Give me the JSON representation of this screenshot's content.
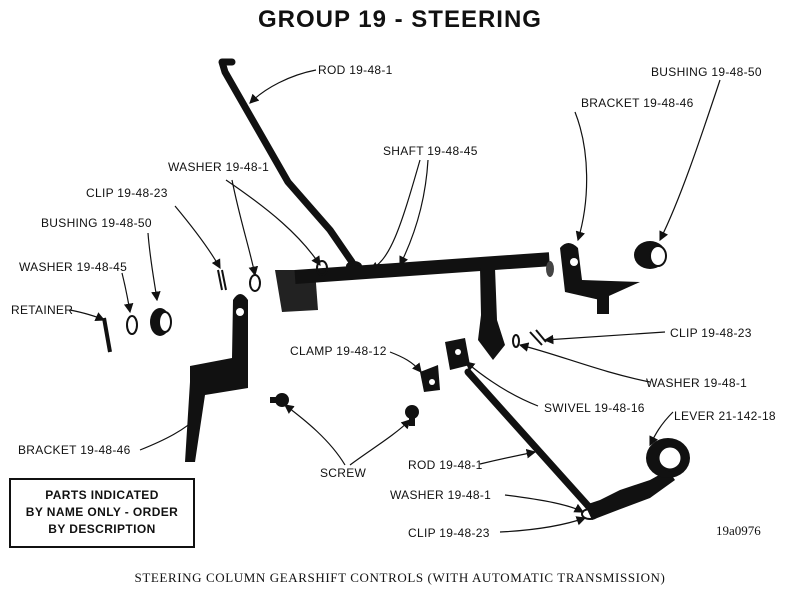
{
  "title": "GROUP 19 - STEERING",
  "caption": "STEERING COLUMN GEARSHIFT CONTROLS (WITH AUTOMATIC TRANSMISSION)",
  "figure_code": "19a0976",
  "note": {
    "line1": "PARTS INDICATED",
    "line2": "BY NAME ONLY - ORDER",
    "line3": "BY DESCRIPTION"
  },
  "labels": {
    "rod_top": "ROD 19-48-1",
    "bushing_right": "BUSHING 19-48-50",
    "bracket_right": "BRACKET 19-48-46",
    "shaft": "SHAFT 19-48-45",
    "washer_top": "WASHER 19-48-1",
    "clip_left": "CLIP 19-48-23",
    "bushing_left": "BUSHING 19-48-50",
    "washer_left": "WASHER 19-48-45",
    "retainer": "RETAINER",
    "clip_right": "CLIP 19-48-23",
    "clamp": "CLAMP 19-48-12",
    "washer_right": "WASHER 19-48-1",
    "swivel": "SWIVEL 19-48-16",
    "lever": "LEVER 21-142-18",
    "bracket_left": "BRACKET 19-48-46",
    "screw": "SCREW",
    "rod_bottom": "ROD 19-48-1",
    "washer_bottom": "WASHER 19-48-1",
    "clip_bottom": "CLIP 19-48-23"
  }
}
